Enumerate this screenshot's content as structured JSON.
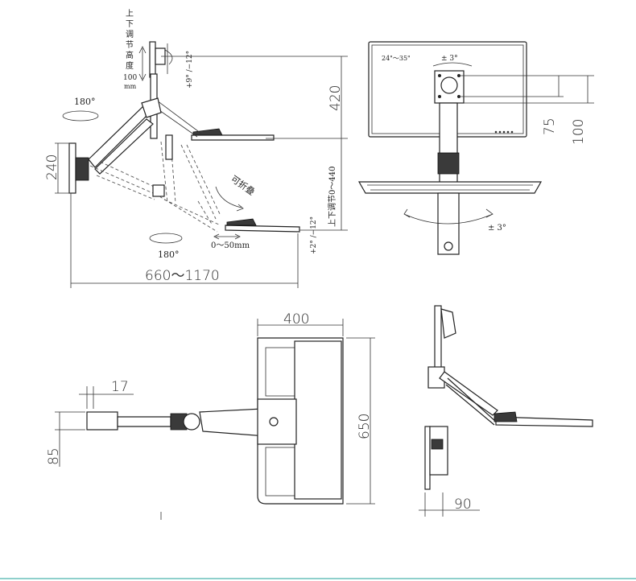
{
  "labels": {
    "height_adjust_vertical": [
      "上",
      "下",
      "调",
      "节",
      "高",
      "度"
    ],
    "height_adjust_value": "100",
    "height_adjust_unit": "mm",
    "tilt_top": "+9° /−12°",
    "rotate_top": "180°",
    "dim_420": "420",
    "dim_240": "240",
    "dim_vertical_range": "上下调节0～440",
    "foldable": "可折叠",
    "rotate_bottom": "180°",
    "slide_range": "0～50mm",
    "tilt_bottom": "+2° /−12°",
    "dim_reach": "660～1170",
    "screen_size": "24\"～35\"",
    "rotate_pm3_top": "± 3°",
    "rotate_pm3_side": "± 3°",
    "dim_75": "75",
    "dim_100": "100",
    "dim_400": "400",
    "dim_17": "17",
    "dim_85": "85",
    "dim_650": "650",
    "dim_90": "90"
  },
  "colors": {
    "line": "#2a2a2a",
    "accent_rule": "#8fd0cc"
  }
}
